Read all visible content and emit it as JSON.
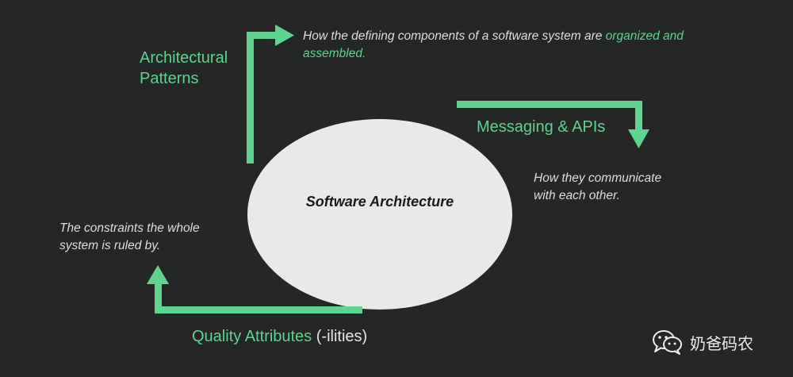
{
  "diagram": {
    "center": {
      "label": "Software Architecture"
    },
    "patterns": {
      "title_line1": "Architectural",
      "title_line2": "Patterns",
      "desc_part1": "How the defining components of a software system are ",
      "desc_highlight1": "organized and",
      "desc_highlight2": "assembled."
    },
    "messaging": {
      "title": "Messaging & APIs",
      "desc_line1": "How they communicate",
      "desc_line2": "with each other."
    },
    "quality": {
      "title": "Quality Attributes",
      "suffix": "(-ilities)",
      "desc_line1": "The constraints the whole",
      "desc_line2": "system is ruled by."
    }
  },
  "watermark": {
    "text": "奶爸码农",
    "icon": "chat-bubbles-icon"
  },
  "colors": {
    "background": "#252626",
    "accent_green": "#5fd390",
    "ellipse_fill": "#e9e9e8",
    "text_light": "#e6e6e6"
  }
}
